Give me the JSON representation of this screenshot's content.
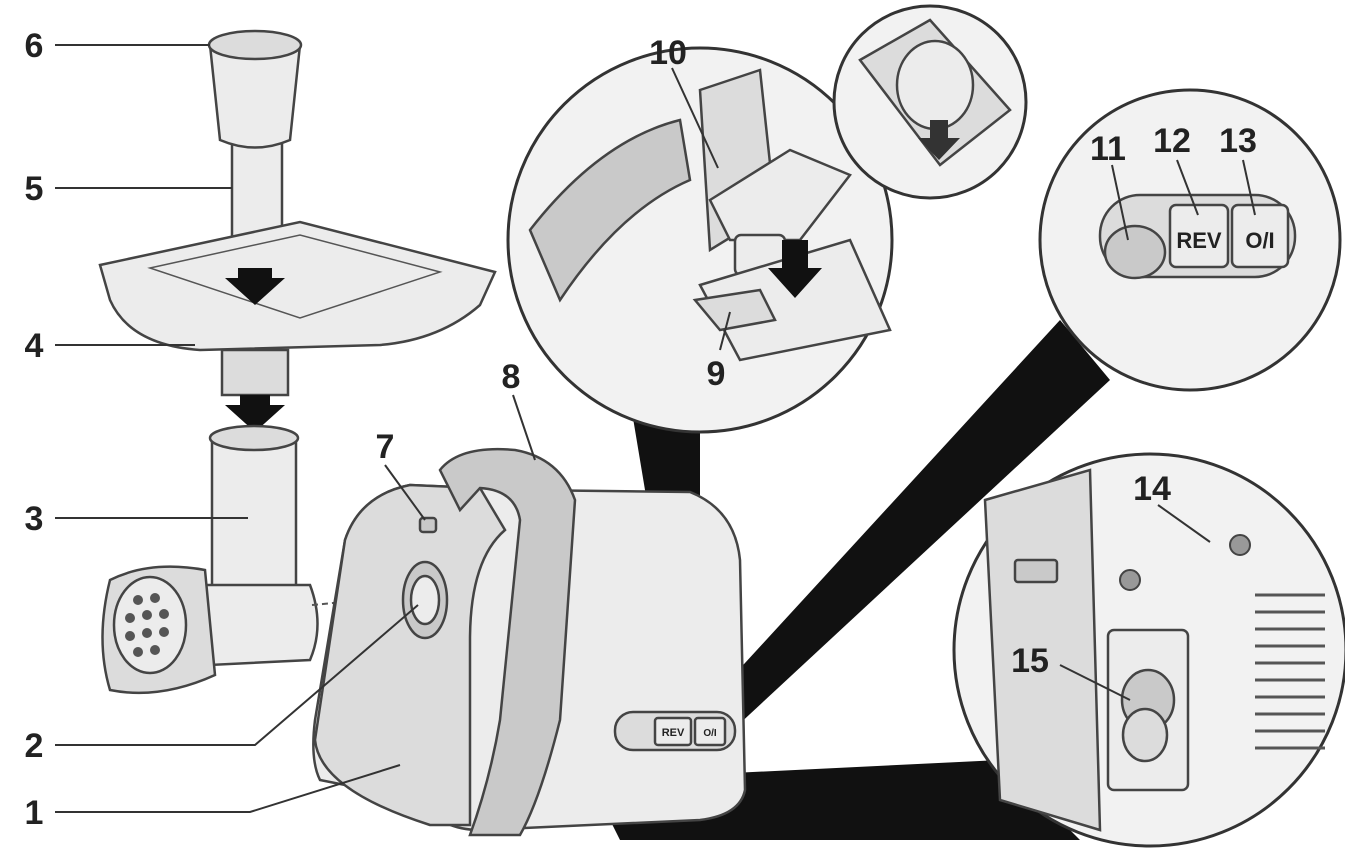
{
  "callouts": [
    {
      "id": "1",
      "label": "1"
    },
    {
      "id": "2",
      "label": "2"
    },
    {
      "id": "3",
      "label": "3"
    },
    {
      "id": "4",
      "label": "4"
    },
    {
      "id": "5",
      "label": "5"
    },
    {
      "id": "6",
      "label": "6"
    },
    {
      "id": "7",
      "label": "7"
    },
    {
      "id": "8",
      "label": "8"
    },
    {
      "id": "9",
      "label": "9"
    },
    {
      "id": "10",
      "label": "10"
    },
    {
      "id": "11",
      "label": "11"
    },
    {
      "id": "12",
      "label": "12"
    },
    {
      "id": "13",
      "label": "13"
    },
    {
      "id": "14",
      "label": "14"
    },
    {
      "id": "15",
      "label": "15"
    }
  ],
  "control_panel": {
    "rev_label": "REV",
    "power_label": "O/I"
  },
  "colors": {
    "outline": "#444444",
    "body_fill": "#ececec",
    "shade_fill": "#c9c9c9",
    "pointer_wedge": "#111111"
  }
}
